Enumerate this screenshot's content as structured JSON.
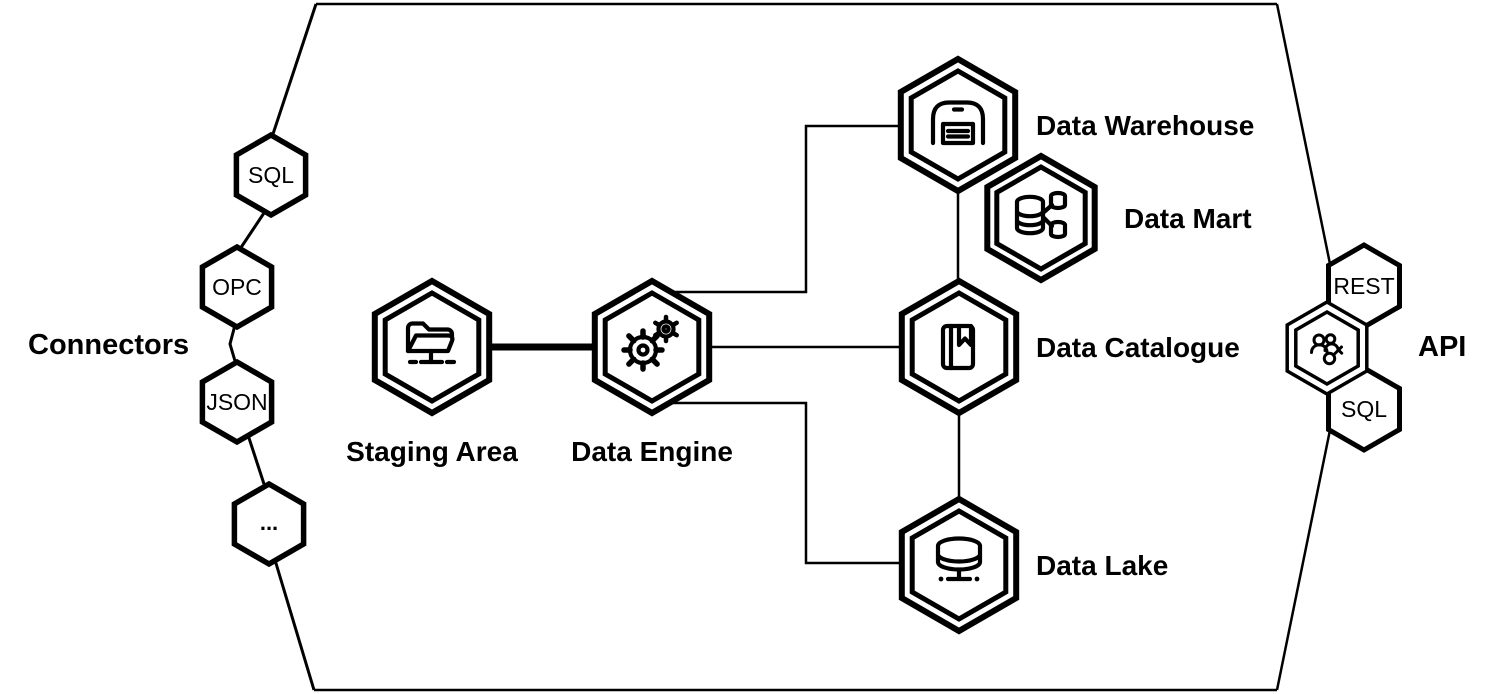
{
  "colors": {
    "background": "#ffffff",
    "line": "#000000",
    "text": "#000000"
  },
  "left_group": {
    "label": "Connectors",
    "nodes": [
      "SQL",
      "OPC",
      "JSON",
      "..."
    ]
  },
  "pipeline": {
    "staging": {
      "label": "Staging Area",
      "icon": "folder-network-icon"
    },
    "engine": {
      "label": "Data Engine",
      "icon": "gears-icon"
    },
    "warehouse": {
      "label": "Data Warehouse",
      "icon": "warehouse-icon"
    },
    "mart": {
      "label": "Data Mart",
      "icon": "database-share-icon"
    },
    "catalogue": {
      "label": "Data Catalogue",
      "icon": "book-bookmark-icon"
    },
    "lake": {
      "label": "Data Lake",
      "icon": "database-stack-icon"
    }
  },
  "right_group": {
    "label": "API",
    "nodes": [
      "REST",
      "SQL"
    ],
    "icon_node": "users-key-icon"
  }
}
